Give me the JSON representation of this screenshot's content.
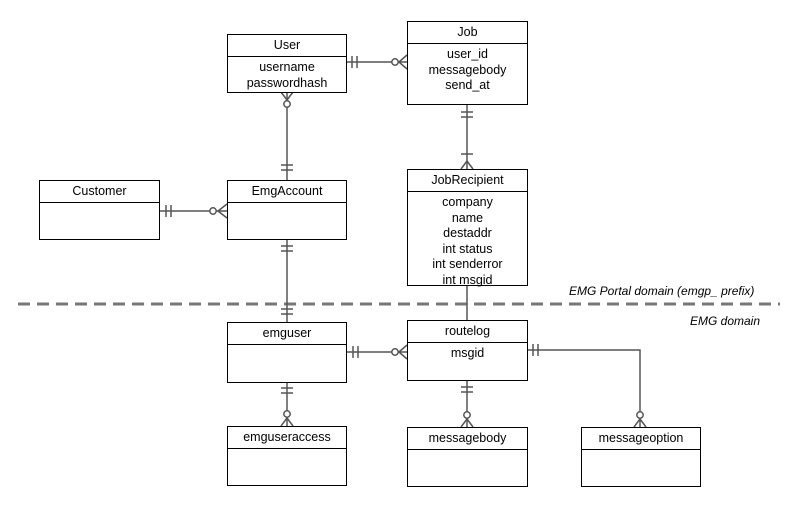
{
  "entities": {
    "user": {
      "name": "User",
      "attributes": [
        "username",
        "passwordhash"
      ]
    },
    "job": {
      "name": "Job",
      "attributes": [
        "user_id",
        "messagebody",
        "send_at"
      ]
    },
    "customer": {
      "name": "Customer",
      "attributes": []
    },
    "emgaccount": {
      "name": "EmgAccount",
      "attributes": []
    },
    "jobrecipient": {
      "name": "JobRecipient",
      "attributes": [
        "company",
        "name",
        "destaddr",
        "int status",
        "int senderror",
        "int msgid"
      ]
    },
    "emguser": {
      "name": "emguser",
      "attributes": []
    },
    "routelog": {
      "name": "routelog",
      "attributes": [
        "msgid"
      ]
    },
    "emguseraccess": {
      "name": "emguseraccess",
      "attributes": []
    },
    "messagebody": {
      "name": "messagebody",
      "attributes": []
    },
    "messageoption": {
      "name": "messageoption",
      "attributes": []
    }
  },
  "domains": {
    "portal": "EMG Portal domain (emgp_ prefix)",
    "emg": "EMG domain"
  },
  "colors": {
    "line": "#555555",
    "divider": "#777777",
    "border": "#000000"
  }
}
